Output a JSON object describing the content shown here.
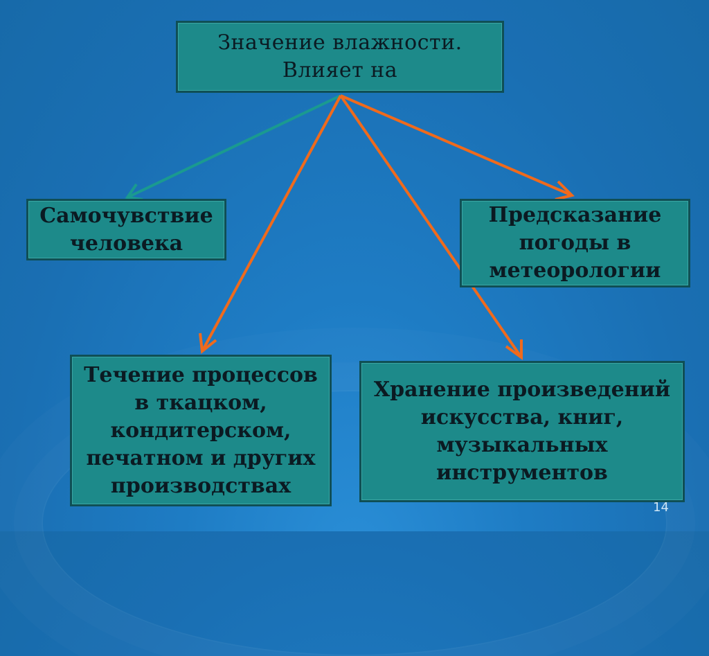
{
  "diagram": {
    "center": {
      "text": "Значение влажности.\nВлияет на"
    },
    "nodes": [
      {
        "id": "wellbeing",
        "text": "Самочувствие\nчеловека"
      },
      {
        "id": "forecast",
        "text": "Предсказание\nпогоды в\nметеорологии"
      },
      {
        "id": "industry",
        "text": "Течение процессов\nв ткацком,\nкондитерском,\nпечатном и других\nпроизводствах"
      },
      {
        "id": "storage",
        "text": "Хранение произведений\nискусства, книг,\nмузыкальных\nинструментов"
      }
    ],
    "edge_colors": {
      "teal": "#1a9a90",
      "orange": "#f06a1c"
    }
  },
  "page_number": "14"
}
